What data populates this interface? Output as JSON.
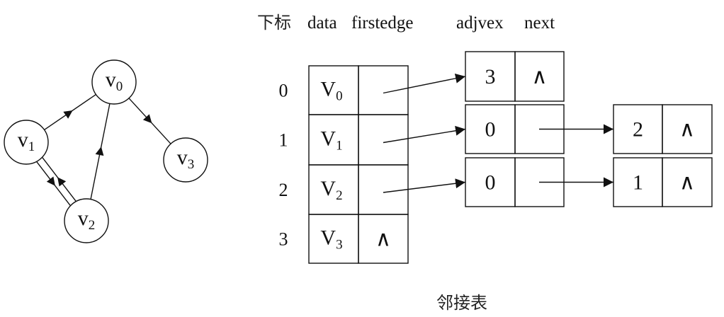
{
  "header": {
    "index_label": "下标",
    "data_label": "data",
    "firstedge_label": "firstedge",
    "adjvex_label": "adjvex",
    "next_label": "next"
  },
  "caption": "邻接表",
  "null_symbol": "∧",
  "graph": {
    "vertices": [
      {
        "id": "v0",
        "letter": "v",
        "sub": "0"
      },
      {
        "id": "v1",
        "letter": "v",
        "sub": "1"
      },
      {
        "id": "v2",
        "letter": "v",
        "sub": "2"
      },
      {
        "id": "v3",
        "letter": "v",
        "sub": "3"
      }
    ],
    "edges": [
      {
        "from": "v1",
        "to": "v0"
      },
      {
        "from": "v0",
        "to": "v3"
      },
      {
        "from": "v2",
        "to": "v0"
      },
      {
        "from": "v1",
        "to": "v2"
      },
      {
        "from": "v2",
        "to": "v1"
      }
    ]
  },
  "adjacency_list": {
    "rows": [
      {
        "index": "0",
        "letter": "V",
        "sub": "0",
        "edges": [
          "3"
        ]
      },
      {
        "index": "1",
        "letter": "V",
        "sub": "1",
        "edges": [
          "0",
          "2"
        ]
      },
      {
        "index": "2",
        "letter": "V",
        "sub": "2",
        "edges": [
          "0",
          "1"
        ]
      },
      {
        "index": "3",
        "letter": "V",
        "sub": "3",
        "edges": []
      }
    ]
  }
}
